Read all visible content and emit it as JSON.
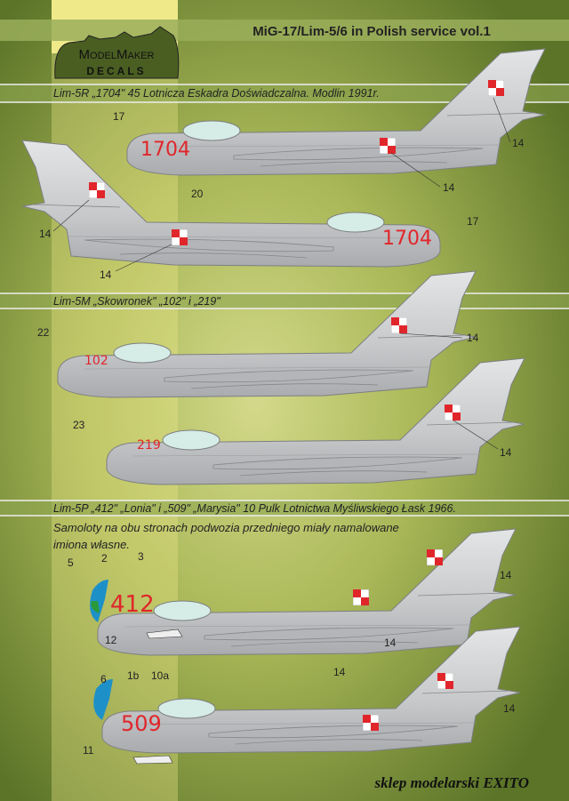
{
  "header": {
    "title": "MiG-17/Lim-5/6 in Polish service vol.1",
    "logo_text_line1": "ModelMaker",
    "logo_text_line2": "DECALS"
  },
  "sections": [
    {
      "caption": "Lim-5R „1704\" 45 Lotnicza Eskadra Doświadczalna. Modlin 1991r."
    },
    {
      "caption": "Lim-5M „Skowronek\" „102\" i „219\""
    },
    {
      "caption": "Lim-5P „412\" „Lonia\" i „509\" „Marysia\" 10 Pulk Lotnictwa Myśliwskiego Łask 1966.",
      "note_line1": "Samoloty na obu stronach podwozia przedniego miały namalowane",
      "note_line2": "imiona własne."
    }
  ],
  "aircraft": [
    {
      "number": "1704",
      "callouts": [
        "17",
        "20",
        "14",
        "14"
      ]
    },
    {
      "number": "1704",
      "callouts": [
        "14",
        "14",
        "17"
      ]
    },
    {
      "number": "102",
      "callouts": [
        "22",
        "14"
      ]
    },
    {
      "number": "219",
      "callouts": [
        "23",
        "14"
      ]
    },
    {
      "number": "412",
      "callouts": [
        "5",
        "2",
        "3",
        "12",
        "14",
        "14"
      ]
    },
    {
      "number": "509",
      "callouts": [
        "6",
        "1b",
        "10a",
        "11",
        "14",
        "14"
      ]
    }
  ],
  "footer": {
    "text": "sklep modelarski EXITO"
  },
  "colors": {
    "bg_dark": "#5b7428",
    "bg_light": "#c9d27a",
    "stripe": "#efe98a",
    "insignia_red": "#e0262b",
    "aircraft": "#c9cbcd"
  }
}
